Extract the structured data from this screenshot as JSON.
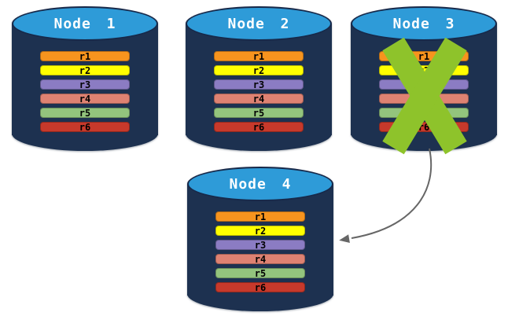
{
  "colors": {
    "cylinder_body": "#1D3150",
    "cylinder_top": "#2E9BD8",
    "cylinder_rim": "#17294A",
    "title_text": "#FFFFFF",
    "row_text": "#000000",
    "x_mark": "#8EC32B",
    "arrow": "#666666"
  },
  "rows": [
    {
      "label": "r1",
      "color": "#F7941E"
    },
    {
      "label": "r2",
      "color": "#FFFF00"
    },
    {
      "label": "r3",
      "color": "#8B7CC3"
    },
    {
      "label": "r4",
      "color": "#DE8272"
    },
    {
      "label": "r5",
      "color": "#93C47D"
    },
    {
      "label": "r6",
      "color": "#C7392B"
    }
  ],
  "nodes": [
    {
      "label": "Node 1",
      "failed": false
    },
    {
      "label": "Node 2",
      "failed": false
    },
    {
      "label": "Node 3",
      "failed": true
    },
    {
      "label": "Node 4",
      "failed": false
    }
  ],
  "failure": {
    "node": "Node 3"
  },
  "replication_arrow": {
    "from": "Node 3",
    "to": "Node 4"
  }
}
